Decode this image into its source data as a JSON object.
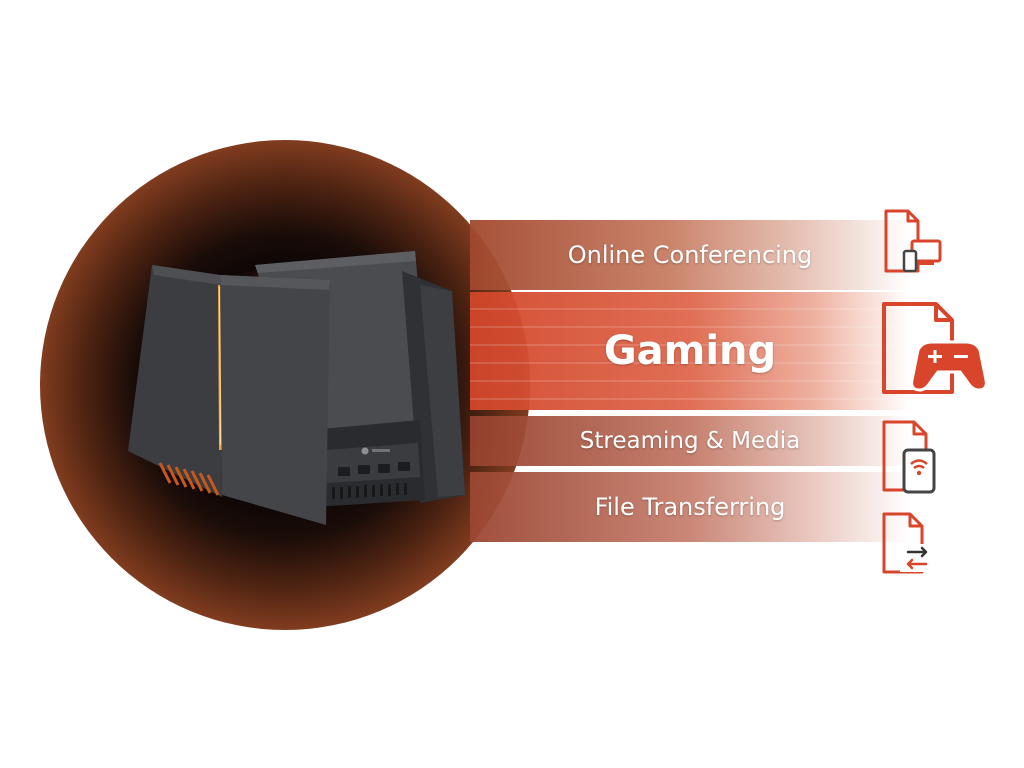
{
  "features": [
    {
      "label": "Online Conferencing",
      "icon": "conferencing-devices-icon"
    },
    {
      "label": "Gaming",
      "icon": "gamepad-icon"
    },
    {
      "label": "Streaming & Media",
      "icon": "phone-wifi-icon"
    },
    {
      "label": "File Transferring",
      "icon": "file-transfer-icon"
    }
  ],
  "colors": {
    "accent": "#d8452a",
    "halo_outer": "#b05a30",
    "halo_inner": "#b2222a",
    "router_body": "#3a3c40"
  }
}
